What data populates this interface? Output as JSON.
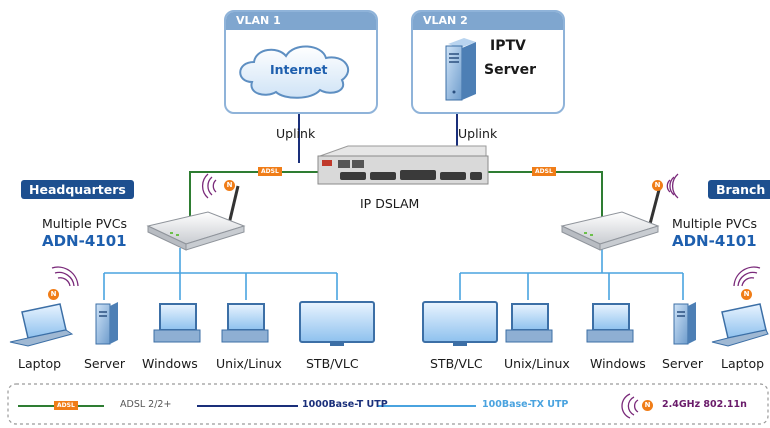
{
  "vlans": [
    {
      "header": "VLAN 1",
      "cloud_label": "Internet"
    },
    {
      "header": "VLAN 2",
      "server_label_line1": "IPTV",
      "server_label_line2": "Server"
    }
  ],
  "uplink_label": "Uplink",
  "dslam_label": "IP DSLAM",
  "adsl_tag": "ADSL",
  "wifi_badge": "N",
  "sites": [
    {
      "title": "Headquarters",
      "pvc_label": "Multiple PVCs",
      "model": "ADN-4101",
      "devices": [
        "Laptop",
        "Server",
        "Windows",
        "Unix/Linux",
        "STB/VLC"
      ]
    },
    {
      "title": "Branch",
      "pvc_label": "Multiple PVCs",
      "model": "ADN-4101",
      "devices": [
        "STB/VLC",
        "Unix/Linux",
        "Windows",
        "Server",
        "Laptop"
      ]
    }
  ],
  "legend": {
    "adsl": "ADSL 2/2+",
    "gigabit": "1000Base-T UTP",
    "fast": "100Base-TX UTP",
    "wireless": "2.4GHz 802.11n"
  },
  "colors": {
    "adsl_line": "#2e7d32",
    "gigabit_line": "#1a2f7a",
    "fast_line": "#4aa3df",
    "vlan_header": "#7fa6cf",
    "site_badge": "#1d4f8f",
    "model_text": "#1e5fae",
    "tag_orange": "#f07d18",
    "wireless_text": "#6a1b6a"
  }
}
